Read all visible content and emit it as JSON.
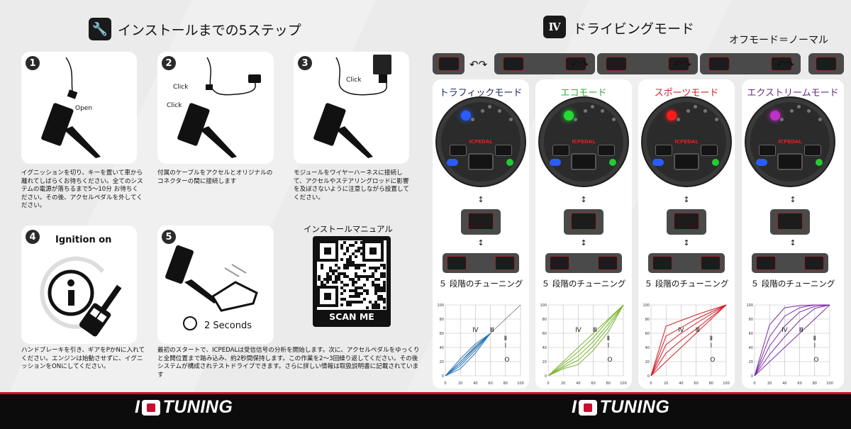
{
  "install": {
    "title": "インストールまでの5ステップ",
    "icon": "wrench-icon",
    "steps": [
      {
        "number": "1",
        "labels": [
          "Open"
        ],
        "text": "イグニッションを切り、キーを置いて車から離れてしばらくお待ちください。全てのシステムの電源が落ちるまで5〜10分 お待ちください。その後、アクセルペダルを外してください。"
      },
      {
        "number": "2",
        "labels": [
          "Click",
          "Click"
        ],
        "text": "付属のケーブルをアクセルとオリジナルのコネクターの間に接続します"
      },
      {
        "number": "3",
        "labels": [
          "Click"
        ],
        "text": "モジュールをワイヤーハーネスに接続して、アクセルやステアリングロッドに影響を及ぼさないように注意しながら設置してください。"
      },
      {
        "number": "4",
        "labels": [
          "Ignition on"
        ],
        "text": "ハンドブレーキを引き、ギアをPかNに入れてください。エンジンは始動させずに、イグニッションをONにしてください。"
      },
      {
        "number": "5",
        "labels": [
          "2 Seconds"
        ],
        "text": "最初のスタートで、ICPEDALは受信信号の分析を開始します。次に、アクセルペダルをゆっくりと全開位置まで踏み込み、約2秒間保持します。この作業を2〜3回繰り返してください。その後システムが構成されテストドライブできます。さらに詳しい情報は取扱説明書に記載されています"
      }
    ],
    "manual": {
      "title": "インストールマニュアル",
      "scan_label": "SCAN ME"
    }
  },
  "modes": {
    "title": "ドライビングモード",
    "icon_label": "Ⅳ",
    "off_mode": "オフモード＝ノーマル",
    "device_brand": "ICPEDAL",
    "cards": [
      {
        "title": "トラフィックモード",
        "title_color": "#1f2a66",
        "led_color": "#2a5cff",
        "line_color": "#2a78b8",
        "tuning": "５ 段階のチューニング"
      },
      {
        "title": "エコモード",
        "title_color": "#3aa83a",
        "led_color": "#22dd33",
        "line_color": "#7ab531",
        "tuning": "５ 段階のチューニング"
      },
      {
        "title": "スポーツモード",
        "title_color": "#d0202a",
        "led_color": "#ff1a1a",
        "line_color": "#d21c24",
        "tuning": "５ 段階のチューニング"
      },
      {
        "title": "エクストリームモード",
        "title_color": "#6a2a80",
        "led_color": "#c030c8",
        "line_color": "#7a2aa8",
        "tuning": "５ 段階のチューニング"
      }
    ]
  },
  "chart_data": [
    {
      "type": "line",
      "x": [
        0,
        20,
        40,
        60
      ],
      "xlim": [
        0,
        100
      ],
      "ylim": [
        0,
        100
      ],
      "ticks": [
        "0",
        "20",
        "40",
        "60",
        "80",
        "100"
      ],
      "level_labels": [
        "Ⅳ",
        "Ⅲ",
        "Ⅱ",
        "Ⅰ",
        "O"
      ],
      "reference": [
        [
          0,
          0
        ],
        [
          100,
          100
        ]
      ],
      "series": [
        {
          "name": "O",
          "values": [
            0,
            10,
            32,
            60
          ]
        },
        {
          "name": "I",
          "values": [
            0,
            14,
            36,
            60
          ]
        },
        {
          "name": "II",
          "values": [
            0,
            17,
            39,
            60
          ]
        },
        {
          "name": "III",
          "values": [
            0,
            20,
            42,
            60
          ]
        },
        {
          "name": "IV",
          "values": [
            0,
            24,
            45,
            60
          ]
        }
      ]
    },
    {
      "type": "line",
      "x": [
        0,
        20,
        40,
        60,
        80,
        100
      ],
      "xlim": [
        0,
        100
      ],
      "ylim": [
        0,
        100
      ],
      "ticks": [
        "0",
        "20",
        "40",
        "60",
        "80",
        "100"
      ],
      "level_labels": [
        "Ⅳ",
        "Ⅲ",
        "Ⅱ",
        "Ⅰ",
        "O"
      ],
      "series": [
        {
          "name": "O",
          "values": [
            0,
            10,
            16,
            36,
            62,
            100
          ]
        },
        {
          "name": "I",
          "values": [
            0,
            12,
            22,
            42,
            68,
            100
          ]
        },
        {
          "name": "II",
          "values": [
            0,
            14,
            28,
            48,
            73,
            100
          ]
        },
        {
          "name": "III",
          "values": [
            0,
            17,
            34,
            54,
            78,
            100
          ]
        },
        {
          "name": "IV",
          "values": [
            0,
            20,
            40,
            60,
            80,
            100
          ]
        }
      ]
    },
    {
      "type": "line",
      "x": [
        0,
        20,
        40,
        60,
        80,
        100
      ],
      "xlim": [
        0,
        100
      ],
      "ylim": [
        0,
        100
      ],
      "ticks": [
        "0",
        "20",
        "40",
        "60",
        "80",
        "100"
      ],
      "level_labels": [
        "Ⅳ",
        "Ⅲ",
        "Ⅱ",
        "Ⅰ",
        "O"
      ],
      "series": [
        {
          "name": "O",
          "values": [
            0,
            20,
            40,
            60,
            80,
            100
          ]
        },
        {
          "name": "I",
          "values": [
            0,
            32,
            50,
            66,
            83,
            100
          ]
        },
        {
          "name": "II",
          "values": [
            0,
            44,
            60,
            74,
            87,
            100
          ]
        },
        {
          "name": "III",
          "values": [
            0,
            56,
            68,
            80,
            90,
            100
          ]
        },
        {
          "name": "IV",
          "values": [
            0,
            70,
            78,
            86,
            93,
            100
          ]
        }
      ]
    },
    {
      "type": "line",
      "x": [
        0,
        20,
        40,
        60,
        80,
        100
      ],
      "xlim": [
        0,
        100
      ],
      "ylim": [
        0,
        100
      ],
      "ticks": [
        "0",
        "20",
        "40",
        "60",
        "80",
        "100"
      ],
      "level_labels": [
        "Ⅳ",
        "Ⅲ",
        "Ⅱ",
        "Ⅰ",
        "O"
      ],
      "series": [
        {
          "name": "O",
          "values": [
            0,
            20,
            40,
            60,
            80,
            100
          ]
        },
        {
          "name": "I",
          "values": [
            0,
            30,
            55,
            78,
            95,
            100
          ]
        },
        {
          "name": "II",
          "values": [
            0,
            42,
            70,
            90,
            98,
            100
          ]
        },
        {
          "name": "III",
          "values": [
            0,
            55,
            84,
            96,
            100,
            100
          ]
        },
        {
          "name": "IV",
          "values": [
            0,
            72,
            96,
            99,
            100,
            100
          ]
        }
      ]
    }
  ],
  "brand": {
    "prefix": "I",
    "mark": "O",
    "name": "TUNING"
  }
}
